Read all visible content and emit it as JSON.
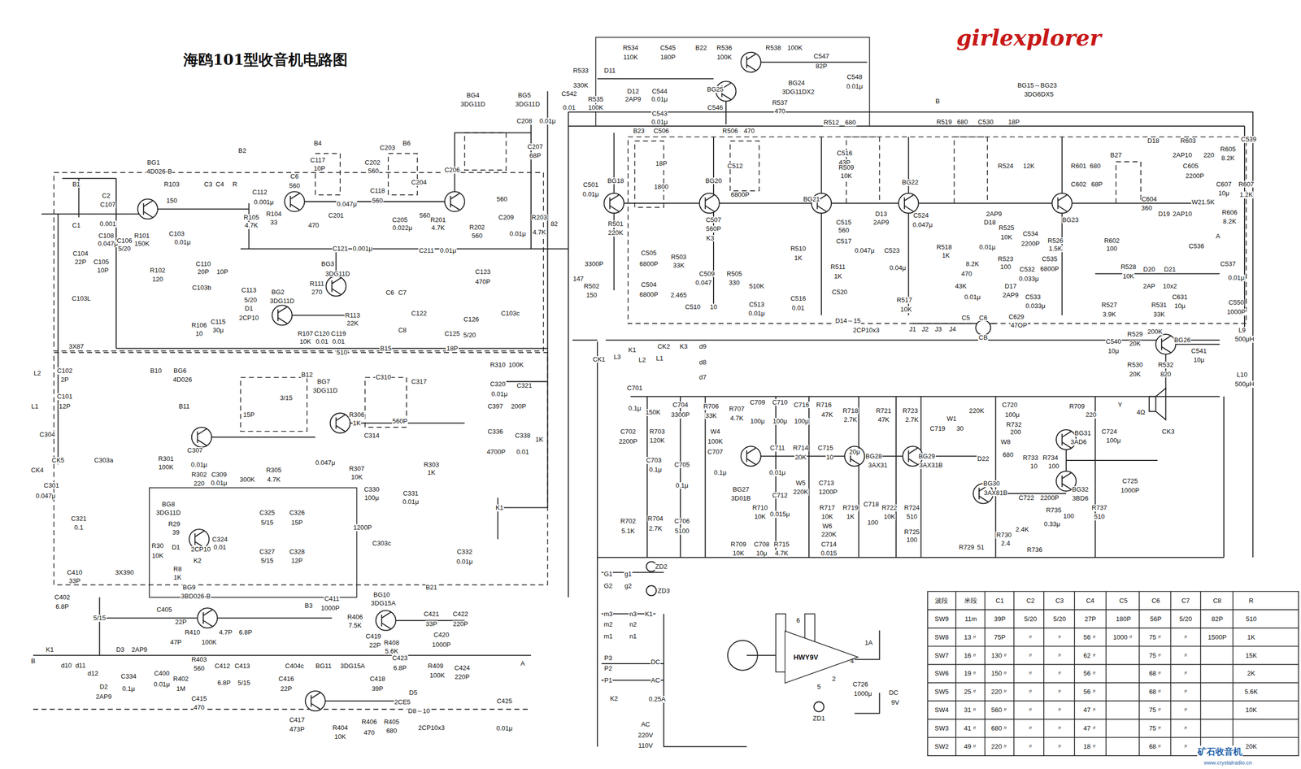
{
  "diagram": {
    "title": "海鸥101型收音机电路图",
    "nodes": [
      {
        "text": [
          "HWY9V"
        ]
      }
    ],
    "labels": [
      "girlexplorer",
      "矿石收音机",
      "www.crystalradio.cn",
      "波段",
      "米段",
      "C1",
      "C2",
      "C3",
      "C4",
      "C5",
      "C6",
      "C7",
      "C8",
      "R",
      "SW9",
      "11m",
      "39P",
      "5/20",
      "5/20",
      "27P",
      "180P",
      "56P",
      "5/20",
      "82P",
      "510",
      "SW8",
      "13〃",
      "75P",
      "〃",
      "〃",
      "56〃",
      "1000〃",
      "75〃",
      "〃",
      "1500P",
      "1K",
      "SW7",
      "16〃",
      "130〃",
      "〃",
      "〃",
      "62〃",
      "75〃",
      "〃",
      "15K",
      "SW6",
      "19〃",
      "150〃",
      "〃",
      "〃",
      "56〃",
      "68〃",
      "〃",
      "2K",
      "SW5",
      "25〃",
      "220〃",
      "〃",
      "〃",
      "56〃",
      "68〃",
      "〃",
      "5.6K",
      "SW4",
      "31〃",
      "560〃",
      "〃",
      "〃",
      "47〃",
      "75〃",
      "〃",
      "10K",
      "SW3",
      "41〃",
      "680〃",
      "〃",
      "〃",
      "47〃",
      "75〃",
      "〃",
      "SW2",
      "49〃",
      "220〃",
      "〃",
      "〃",
      "18〃",
      "68〃",
      "〃",
      "20K",
      "B1",
      "BG1",
      "4D026-B",
      "R103",
      "150",
      "C1",
      "C2",
      "C107",
      "0.001",
      "C108",
      "0.047μ",
      "R101",
      "150K",
      "R102",
      "120",
      "C103",
      "0.01μ",
      "C104",
      "22P",
      "C105",
      "10P",
      "C106",
      "5/20",
      "C103L",
      "C103b",
      "3X87",
      "C110",
      "20P",
      "10P",
      "B2",
      "C3",
      "C4",
      "R",
      "C112",
      "0.001μ",
      "R105",
      "4.7K",
      "R104",
      "33",
      "C6",
      "560",
      "C117",
      "10P",
      "B4",
      "470",
      "C201",
      "0.047μ",
      "C118",
      "560",
      "B6",
      "C203",
      "C202",
      "560",
      "C205",
      "0.022μ",
      "R201",
      "4.7K",
      "C206",
      "C204",
      "560",
      "BG4",
      "3DG11D",
      "BG5",
      "3DG11D",
      "C208",
      "0.01μ",
      "C207",
      "68P",
      "C209",
      "0.01μ",
      "R203",
      "4.7K",
      "82",
      "R202",
      "560",
      "560",
      "C211",
      "0.01μ",
      "C121",
      "0.001μ",
      "BG3",
      "3DG11D",
      "BG2",
      "3DG11D",
      "R111",
      "270",
      "R113",
      "22K",
      "R107",
      "10K",
      "C120",
      "0.01",
      "C119",
      "0.01",
      "C113",
      "5/20",
      "D1",
      "2CP10",
      "R106",
      "10",
      "C115",
      "30μ",
      "510",
      "C6",
      "C7",
      "C123",
      "470P",
      "C122",
      "C8",
      "C125",
      "5/20",
      "C126",
      "C103c",
      "B15",
      "18P",
      "L2",
      "C102",
      "2P",
      "L1",
      "C101",
      "12P",
      "C304",
      "CK4",
      "CK5",
      "C301",
      "0.047μ",
      "B10",
      "BG6",
      "4D026",
      "B11",
      "C303a",
      "R301",
      "100K",
      "C307",
      "0.01μ",
      "R302",
      "220",
      "C309",
      "0.01μ",
      "300K",
      "R305",
      "4.7K",
      "BG7",
      "3DG11D",
      "B12",
      "R306",
      "1K",
      "C314",
      "0.047μ",
      "R307",
      "10K",
      "C310",
      "560P",
      "C317",
      "R303",
      "1K",
      "R310",
      "100K",
      "C320",
      "0.01μ",
      "C321",
      "C397",
      "200P",
      "C336",
      "4700P",
      "C338",
      "0.01",
      "1K",
      "C330",
      "100μ",
      "C331",
      "0.01μ",
      "15P",
      "3/15",
      "BG8",
      "3DG11D",
      "R29",
      "39",
      "D1",
      "2CP10",
      "K2",
      "R30",
      "10K",
      "R8",
      "1K",
      "C324",
      "0.01",
      "C325",
      "5/15",
      "C326",
      "15P",
      "C327",
      "5/15",
      "C328",
      "12P",
      "1200P",
      "C303c",
      "C321",
      "0.1",
      "C410",
      "33P",
      "3X390",
      "K1",
      "C332",
      "0.01μ",
      "C402",
      "6.8P",
      "5/15",
      "C405",
      "22P",
      "47P",
      "BG9",
      "3BD026-B",
      "R410",
      "100K",
      "4.7P",
      "6.8P",
      "C411",
      "1000P",
      "B3",
      "R406",
      "7.5K",
      "BG10",
      "3DG15A",
      "C419",
      "22P",
      "R408",
      "5.6K",
      "B21",
      "C421",
      "33P",
      "C422",
      "220P",
      "C420",
      "1000P",
      "K1",
      "B",
      "d10",
      "d11",
      "d12",
      "D3",
      "2AP9",
      "D2",
      "2AP9",
      "C334",
      "0.1μ",
      "C400",
      "0.01μ",
      "R402",
      "1M",
      "R403",
      "560",
      "C415",
      "470",
      "C412",
      "6.8P",
      "C413",
      "5/15",
      "C404c",
      "BG11",
      "3DG15A",
      "C416",
      "22P",
      "C418",
      "39P",
      "C423",
      "6.8P",
      "R409",
      "100K",
      "C424",
      "220P",
      "A",
      "D5",
      "2CE5",
      "C417",
      "473P",
      "R404",
      "10K",
      "R406",
      "470",
      "R405",
      "680",
      "D8～10",
      "2CP10x3",
      "C425",
      "0.01μ",
      "R533",
      "330K",
      "D11",
      "R534",
      "110K",
      "C545",
      "180P",
      "B22",
      "R536",
      "100K",
      "R538",
      "100K",
      "C547",
      "82P",
      "BG24",
      "3DG11DX2",
      "BG25",
      "R537",
      "470",
      "C548",
      "0.01μ",
      "D12",
      "2AP9",
      "C544",
      "0.01μ",
      "C543",
      "0.01μ",
      "C542",
      "0.01",
      "R535",
      "100K",
      "C546",
      "BG15～BG23",
      "3DG6DX5",
      "B",
      "R512",
      "680",
      "R519",
      "680",
      "C530",
      "18P",
      "B23",
      "C506",
      "R506",
      "470",
      "C516",
      "43P",
      "C501",
      "0.01μ",
      "BG18",
      "BG20",
      "BG21",
      "BG22",
      "BG23",
      "R501",
      "220K",
      "3300P",
      "147",
      "R502",
      "150",
      "C505",
      "6800P",
      "C504",
      "6800P",
      "18P",
      "1800",
      "C507",
      "560P",
      "K3",
      "R503",
      "33K",
      "C509",
      "0.047",
      "2.465",
      "R505",
      "330",
      "C510",
      "10",
      "510K",
      "C513",
      "0.01μ",
      "C512",
      "6800P",
      "R509",
      "10K",
      "R510",
      "1K",
      "C516",
      "0.01",
      "C517",
      "C515",
      "560",
      "0.047μ",
      "R511",
      "1K",
      "C520",
      "D14～15",
      "2CP10x3",
      "C523",
      "0.04μ",
      "C524",
      "0.047μ",
      "D13",
      "2AP9",
      "R517",
      "10K",
      "R518",
      "1K",
      "R524",
      "12K",
      "R525",
      "10K",
      "R523",
      "100",
      "D18",
      "2AP9",
      "0.01μ",
      "8.2K",
      "470",
      "43K",
      "0.01μ",
      "D17",
      "2AP9",
      "C533",
      "0.033μ",
      "C532",
      "0.033μ",
      "C629",
      "47OP",
      "R601",
      "680",
      "C602",
      "68P",
      "B27",
      "D18",
      "R603",
      "2AP10",
      "220",
      "R605",
      "8.2K",
      "C539",
      "C605",
      "2200P",
      "C607",
      "10μ",
      "R607",
      "1.2K",
      "C604",
      "360",
      "D19",
      "2AP10",
      "W21.5K",
      "R606",
      "8.2K",
      "C534",
      "2200P",
      "R526",
      "1.5K",
      "C535",
      "6800P",
      "R602",
      "100",
      "R528",
      "10K",
      "D20",
      "D21",
      "2AP",
      "10x2",
      "C536",
      "C537",
      "0.01μ",
      "A",
      "R527",
      "3.9K",
      "R531",
      "33K",
      "C631",
      "10μ",
      "C550",
      "1000P",
      "L9",
      "500μH",
      "L10",
      "500μH",
      "C540",
      "10μ",
      "R529",
      "20K",
      "200K",
      "BG26",
      "C541",
      "10μ",
      "R530",
      "20K",
      "R532",
      "820",
      "CB",
      "J1",
      "J2",
      "J3",
      "J4",
      "C5",
      "C6",
      "CK1",
      "L3",
      "K1",
      "L2",
      "L1",
      "CK2",
      "K3",
      "d9",
      "d8",
      "d7",
      "C701",
      "0.1μ",
      "150K",
      "C702",
      "2200P",
      "R703",
      "120K",
      "C703",
      "0.1μ",
      "C704",
      "3300P",
      "C705",
      "0.1μ",
      "R702",
      "5.1K",
      "R704",
      "2.7K",
      "C706",
      "5100",
      "R706",
      "33K",
      "R707",
      "4.7K",
      "W4",
      "100K",
      "C707",
      "0.1μ",
      "C709",
      "100μ",
      "C710",
      "100μ",
      "C716",
      "100μ",
      "R716",
      "47K",
      "R718",
      "2.7K",
      "R721",
      "47K",
      "R723",
      "2.7K",
      "W1",
      "220K",
      "C720",
      "100μ",
      "C719",
      "30",
      "C711",
      "0.01μ",
      "R714",
      "20K",
      "C715",
      "10",
      "20μ",
      "BG28",
      "3AX31",
      "BG29",
      "3AX31B",
      "BG27",
      "3D01B",
      "W5",
      "220K",
      "C713",
      "1200P",
      "C712",
      "0.015μ",
      "R710",
      "10K",
      "R717",
      "10K",
      "W6",
      "220K",
      "C714",
      "0.015",
      "C708",
      "10μ",
      "R709",
      "10K",
      "R715",
      "4.7K",
      "R719",
      "1K",
      "C718",
      "100",
      "R722",
      "10K",
      "R724",
      "510",
      "R725",
      "100",
      "R729",
      "51",
      "R730",
      "2.4",
      "2.4K",
      "0.33μ",
      "R736",
      "C722",
      "2200P",
      "R735",
      "100",
      "R737",
      "510",
      "BG30",
      "3AX81B",
      "D22",
      "R732",
      "200",
      "W8",
      "680",
      "R733",
      "10",
      "R734",
      "100",
      "BG31",
      "3AD6",
      "BG32",
      "3BD6",
      "R709",
      "220",
      "Y",
      "4Ω",
      "CK3",
      "C724",
      "100μ",
      "C725",
      "1000P",
      "ZD2",
      "ZD3",
      "G1",
      "g1",
      "G2",
      "g2",
      "m3",
      "n3",
      "K1",
      "m2",
      "n2",
      "m1",
      "n1",
      "DC",
      "P3",
      "P2",
      "P1",
      "AC",
      "K2",
      "0.25A",
      "AC",
      "220V",
      "110V",
      "6",
      "7",
      "5",
      "4",
      "2",
      "1A",
      "C726",
      "1000μ",
      "DC",
      "9V",
      "ZD1"
    ]
  }
}
